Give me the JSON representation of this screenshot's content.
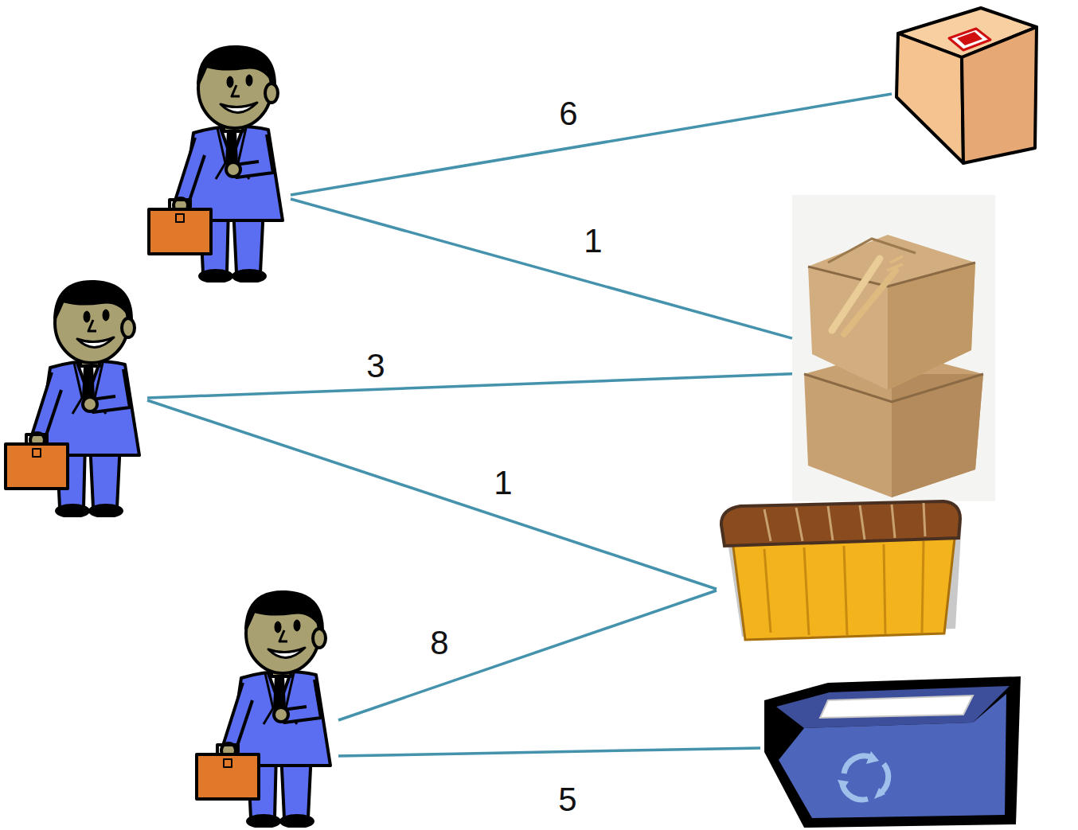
{
  "diagram": {
    "nodes": [
      {
        "text": []
      },
      {
        "text": []
      },
      {
        "text": []
      },
      {
        "text": []
      },
      {
        "text": []
      },
      {
        "text": []
      },
      {
        "text": []
      }
    ],
    "edges": [
      {
        "from": 0,
        "to": 1,
        "arrow": "none",
        "label": "6"
      },
      {
        "from": 0,
        "to": 2,
        "arrow": "none",
        "label": "1"
      },
      {
        "from": 3,
        "to": 2,
        "arrow": "none",
        "label": "3"
      },
      {
        "from": 3,
        "to": 4,
        "arrow": "none",
        "label": "1"
      },
      {
        "from": 5,
        "to": 4,
        "arrow": "none",
        "label": "8"
      },
      {
        "from": 5,
        "to": 6,
        "arrow": "none",
        "label": "5"
      }
    ]
  }
}
